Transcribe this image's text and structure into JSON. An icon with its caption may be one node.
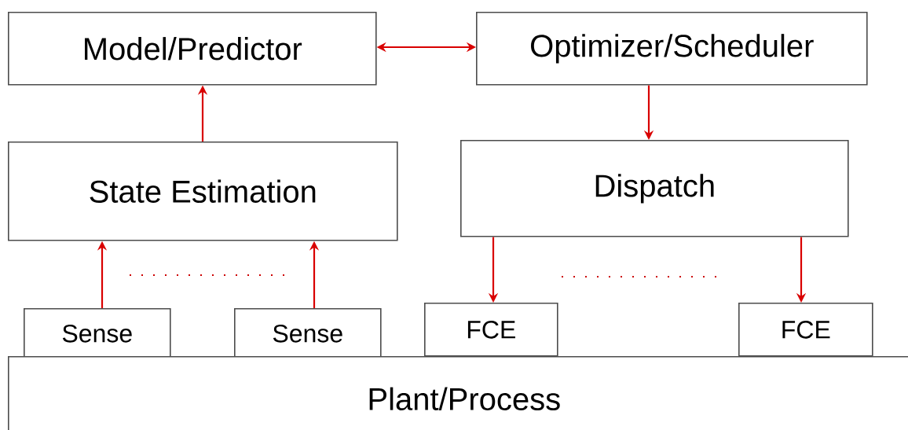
{
  "diagram": {
    "nodes": [
      {
        "text": [
          "Model/Predictor"
        ]
      },
      {
        "text": [
          "Optimizer/Scheduler"
        ]
      },
      {
        "text": [
          "State Estimation"
        ]
      },
      {
        "text": [
          "Dispatch"
        ]
      },
      {
        "text": [
          "Sense"
        ]
      },
      {
        "text": [
          "Sense"
        ]
      },
      {
        "text": [
          "FCE"
        ]
      },
      {
        "text": [
          "FCE"
        ]
      },
      {
        "text": [
          "Plant/Process"
        ]
      }
    ],
    "edges": [
      {
        "from": 0,
        "to": 1,
        "arrow": "both"
      },
      {
        "from": 2,
        "to": 0,
        "arrow": "to"
      },
      {
        "from": 1,
        "to": 3,
        "arrow": "to"
      },
      {
        "from": 4,
        "to": 2,
        "arrow": "to"
      },
      {
        "from": 5,
        "to": 2,
        "arrow": "to"
      },
      {
        "from": 3,
        "to": 6,
        "arrow": "to"
      },
      {
        "from": 3,
        "to": 7,
        "arrow": "to"
      }
    ]
  }
}
